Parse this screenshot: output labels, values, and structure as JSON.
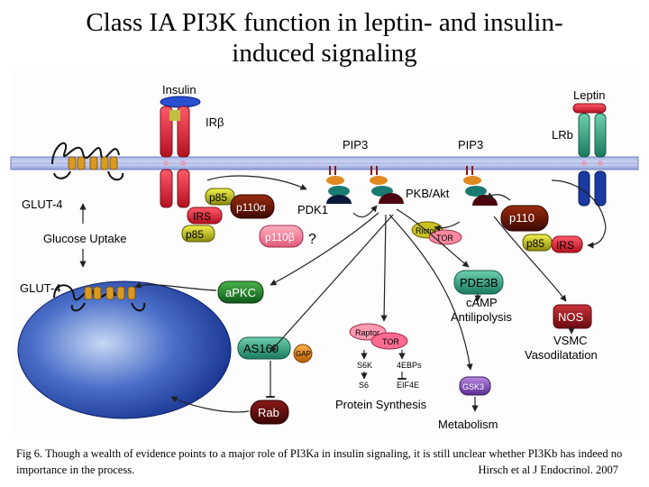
{
  "title": {
    "line1": "Class IA PI3K function in leptin- and insulin-",
    "line2": "induced signaling"
  },
  "diagram": {
    "insulin": "Insulin",
    "ir_beta": "IRβ",
    "leptin": "Leptin",
    "lrb": "LRb",
    "pip3_left": "PIP3",
    "pip3_right": "PIP3",
    "glut4_membrane": "GLUT-4",
    "glut4_vesicle": "GLUT-4",
    "glucose_uptake": "Glucose Uptake",
    "p85_top_left": "p85",
    "p110a": "p110α",
    "irs_left": "IRS",
    "p85_bottom_left": "p85",
    "pdk1": "PDK1",
    "pkb_akt": "PKB/Akt",
    "p110b": "p110β",
    "question_mark": "?",
    "rictor": "Rictor",
    "tor_top": "TOR",
    "p110_right": "p110",
    "p85_right": "p85",
    "irs_right": "IRS",
    "apkc": "aPKC",
    "pde3b": "PDE3B",
    "camp": "cAMP",
    "antilipolysis": "Antilipolysis",
    "nos": "NOS",
    "vsmc": "VSMC",
    "vasodilatation": "Vasodilatation",
    "raptor": "Raptor",
    "tor_bottom": "TOR",
    "s6k": "S6K",
    "ebp": "4EBPs",
    "s6": "S6",
    "eif4e": "EIF4E",
    "as160": "AS160",
    "gap": "GAP",
    "gsk3": "GSK3",
    "protein_synthesis": "Protein Synthesis",
    "rab": "Rab",
    "metabolism": "Metabolism"
  },
  "caption": {
    "text": "Fig 6. Though a wealth of evidence points to a major role of PI3Ka in insulin signaling, it is still unclear whether PI3Kb has indeed no importance in the process.",
    "reference": "Hirsch et al J Endocrinol. 2007"
  }
}
